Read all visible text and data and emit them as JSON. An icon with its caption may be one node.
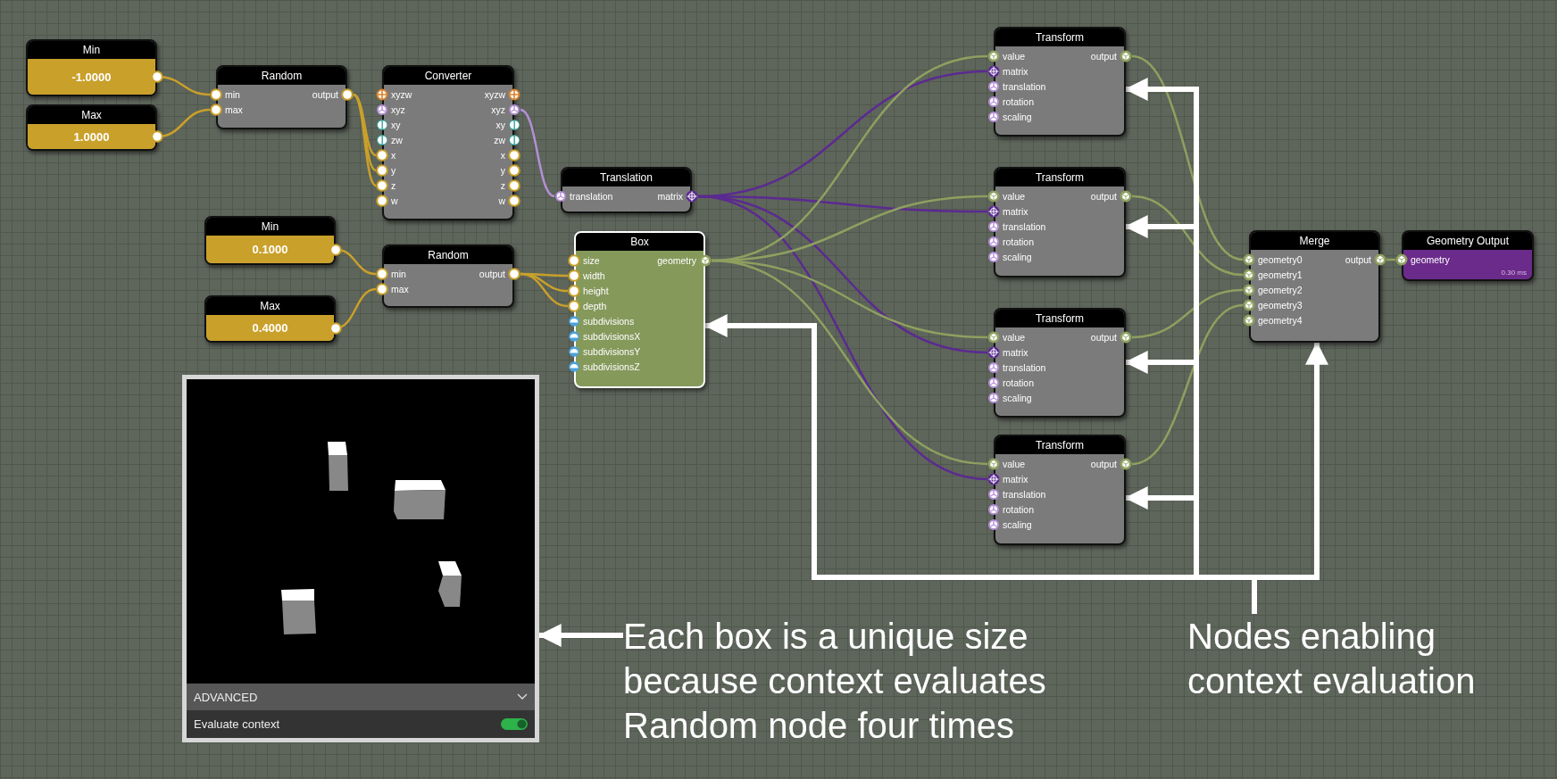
{
  "diagram": {
    "nodes": [
      {
        "text": [
          "Min",
          "-1.0000"
        ]
      },
      {
        "text": [
          "Max",
          "1.0000"
        ]
      },
      {
        "text": [
          "Random"
        ]
      },
      {
        "text": [
          "min"
        ],
        "in": 2
      },
      {
        "text": [
          "max"
        ],
        "in": 2
      },
      {
        "text": [
          "output"
        ],
        "in": 2
      },
      {
        "text": [
          "Converter"
        ]
      },
      {
        "text": [
          "xyzw"
        ],
        "in": 6
      },
      {
        "text": [
          "xyz"
        ],
        "in": 6
      },
      {
        "text": [
          "xy"
        ],
        "in": 6
      },
      {
        "text": [
          "zw"
        ],
        "in": 6
      },
      {
        "text": [
          "x"
        ],
        "in": 6
      },
      {
        "text": [
          "y"
        ],
        "in": 6
      },
      {
        "text": [
          "z"
        ],
        "in": 6
      },
      {
        "text": [
          "w"
        ],
        "in": 6
      },
      {
        "text": [
          "xyzw"
        ],
        "in": 6
      },
      {
        "text": [
          "xyz"
        ],
        "in": 6
      },
      {
        "text": [
          "xy"
        ],
        "in": 6
      },
      {
        "text": [
          "zw"
        ],
        "in": 6
      },
      {
        "text": [
          "x"
        ],
        "in": 6
      },
      {
        "text": [
          "y"
        ],
        "in": 6
      },
      {
        "text": [
          "z"
        ],
        "in": 6
      },
      {
        "text": [
          "w"
        ],
        "in": 6
      },
      {
        "text": [
          "Translation"
        ]
      },
      {
        "text": [
          "translation"
        ],
        "in": 23
      },
      {
        "text": [
          "matrix"
        ],
        "in": 23
      },
      {
        "text": [
          "Min",
          "0.1000"
        ]
      },
      {
        "text": [
          "Max",
          "0.4000"
        ]
      },
      {
        "text": [
          "Random"
        ]
      },
      {
        "text": [
          "min"
        ],
        "in": 28
      },
      {
        "text": [
          "max"
        ],
        "in": 28
      },
      {
        "text": [
          "output"
        ],
        "in": 28
      },
      {
        "text": [
          "Box"
        ]
      },
      {
        "text": [
          "size"
        ],
        "in": 32
      },
      {
        "text": [
          "width"
        ],
        "in": 32
      },
      {
        "text": [
          "height"
        ],
        "in": 32
      },
      {
        "text": [
          "depth"
        ],
        "in": 32
      },
      {
        "text": [
          "subdivisions"
        ],
        "in": 32
      },
      {
        "text": [
          "subdivisionsX"
        ],
        "in": 32
      },
      {
        "text": [
          "subdivisionsY"
        ],
        "in": 32
      },
      {
        "text": [
          "subdivisionsZ"
        ],
        "in": 32
      },
      {
        "text": [
          "geometry"
        ],
        "in": 32
      },
      {
        "text": [
          "Transform"
        ]
      },
      {
        "text": [
          "value"
        ],
        "in": 42
      },
      {
        "text": [
          "matrix"
        ],
        "in": 42
      },
      {
        "text": [
          "translation"
        ],
        "in": 42
      },
      {
        "text": [
          "rotation"
        ],
        "in": 42
      },
      {
        "text": [
          "scaling"
        ],
        "in": 42
      },
      {
        "text": [
          "output"
        ],
        "in": 42
      },
      {
        "text": [
          "Transform"
        ]
      },
      {
        "text": [
          "value"
        ],
        "in": 49
      },
      {
        "text": [
          "matrix"
        ],
        "in": 49
      },
      {
        "text": [
          "translation"
        ],
        "in": 49
      },
      {
        "text": [
          "rotation"
        ],
        "in": 49
      },
      {
        "text": [
          "scaling"
        ],
        "in": 49
      },
      {
        "text": [
          "output"
        ],
        "in": 49
      },
      {
        "text": [
          "Transform"
        ]
      },
      {
        "text": [
          "value"
        ],
        "in": 56
      },
      {
        "text": [
          "matrix"
        ],
        "in": 56
      },
      {
        "text": [
          "translation"
        ],
        "in": 56
      },
      {
        "text": [
          "rotation"
        ],
        "in": 56
      },
      {
        "text": [
          "scaling"
        ],
        "in": 56
      },
      {
        "text": [
          "output"
        ],
        "in": 56
      },
      {
        "text": [
          "Transform"
        ]
      },
      {
        "text": [
          "value"
        ],
        "in": 63
      },
      {
        "text": [
          "matrix"
        ],
        "in": 63
      },
      {
        "text": [
          "translation"
        ],
        "in": 63
      },
      {
        "text": [
          "rotation"
        ],
        "in": 63
      },
      {
        "text": [
          "scaling"
        ],
        "in": 63
      },
      {
        "text": [
          "output"
        ],
        "in": 63
      },
      {
        "text": [
          "Merge"
        ]
      },
      {
        "text": [
          "geometry0"
        ],
        "in": 70
      },
      {
        "text": [
          "geometry1"
        ],
        "in": 70
      },
      {
        "text": [
          "geometry2"
        ],
        "in": 70
      },
      {
        "text": [
          "geometry3"
        ],
        "in": 70
      },
      {
        "text": [
          "geometry4"
        ],
        "in": 70
      },
      {
        "text": [
          "output"
        ],
        "in": 70
      },
      {
        "text": [
          "Geometry Output",
          "0.30 ms"
        ]
      },
      {
        "text": [
          "geometry"
        ],
        "in": 77
      },
      {
        "text": [
          "ADVANCED",
          "Evaluate context"
        ]
      },
      {
        "text": [
          "Each box is a unique size because context evaluates Random node four times"
        ]
      },
      {
        "text": [
          "Nodes enabling context evaluation"
        ]
      }
    ],
    "edges": [
      {
        "from": 0,
        "to": 3,
        "arrow": "none"
      },
      {
        "from": 1,
        "to": 4,
        "arrow": "none"
      },
      {
        "from": 5,
        "to": 11,
        "arrow": "none"
      },
      {
        "from": 5,
        "to": 12,
        "arrow": "none"
      },
      {
        "from": 5,
        "to": 13,
        "arrow": "none"
      },
      {
        "from": 16,
        "to": 24,
        "arrow": "none",
        "color": "#b48fd6"
      },
      {
        "from": 25,
        "to": 44,
        "arrow": "none",
        "color": "#5b2a91"
      },
      {
        "from": 25,
        "to": 51,
        "arrow": "none",
        "color": "#5b2a91"
      },
      {
        "from": 25,
        "to": 58,
        "arrow": "none",
        "color": "#5b2a91"
      },
      {
        "from": 25,
        "to": 65,
        "arrow": "none",
        "color": "#5b2a91"
      },
      {
        "from": 26,
        "to": 29,
        "arrow": "none"
      },
      {
        "from": 27,
        "to": 30,
        "arrow": "none"
      },
      {
        "from": 31,
        "to": 34,
        "arrow": "none"
      },
      {
        "from": 31,
        "to": 35,
        "arrow": "none"
      },
      {
        "from": 31,
        "to": 36,
        "arrow": "none"
      },
      {
        "from": 41,
        "to": 43,
        "arrow": "none",
        "color": "#8da05f"
      },
      {
        "from": 41,
        "to": 50,
        "arrow": "none",
        "color": "#8da05f"
      },
      {
        "from": 41,
        "to": 57,
        "arrow": "none",
        "color": "#8da05f"
      },
      {
        "from": 41,
        "to": 64,
        "arrow": "none",
        "color": "#8da05f"
      },
      {
        "from": 48,
        "to": 71,
        "arrow": "none",
        "color": "#8da05f"
      },
      {
        "from": 55,
        "to": 72,
        "arrow": "none",
        "color": "#8da05f"
      },
      {
        "from": 62,
        "to": 73,
        "arrow": "none",
        "color": "#8da05f"
      },
      {
        "from": 69,
        "to": 74,
        "arrow": "none",
        "color": "#8da05f"
      },
      {
        "from": 76,
        "to": 78,
        "arrow": "none",
        "color": "#8da05f"
      },
      {
        "from": 80,
        "to": 79,
        "arrow": "to",
        "style": "thick",
        "color": "#ffffff"
      },
      {
        "from": 81,
        "to": 32,
        "arrow": "to",
        "style": "thick",
        "color": "#ffffff"
      },
      {
        "from": 81,
        "to": 42,
        "arrow": "to",
        "style": "thick",
        "color": "#ffffff"
      },
      {
        "from": 81,
        "to": 49,
        "arrow": "to",
        "style": "thick",
        "color": "#ffffff"
      },
      {
        "from": 81,
        "to": 56,
        "arrow": "to",
        "style": "thick",
        "color": "#ffffff"
      },
      {
        "from": 81,
        "to": 63,
        "arrow": "to",
        "style": "thick",
        "color": "#ffffff"
      },
      {
        "from": 81,
        "to": 70,
        "arrow": "to",
        "style": "thick",
        "color": "#ffffff"
      }
    ]
  }
}
